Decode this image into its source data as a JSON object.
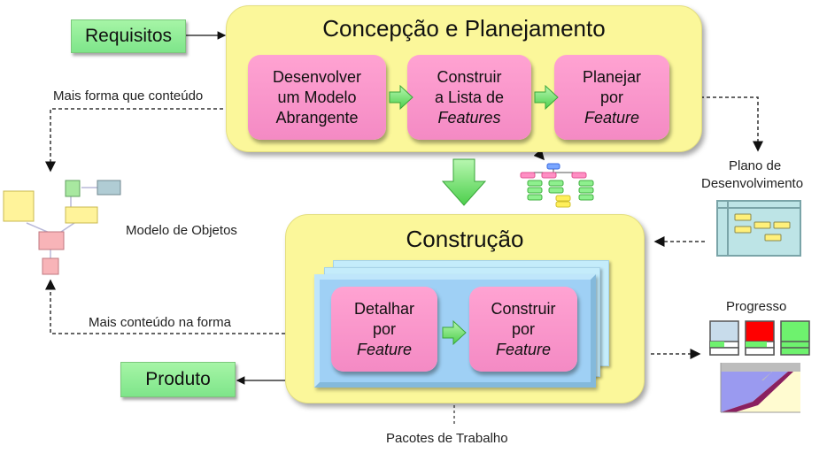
{
  "inputs": {
    "requisitos": "Requisitos"
  },
  "outputs": {
    "produto": "Produto"
  },
  "phase1": {
    "title": "Concepção e Planejamento",
    "steps": [
      {
        "line1": "Desenvolver",
        "line2": "um Modelo",
        "line3": "Abrangente"
      },
      {
        "line1": "Construir",
        "line2": "a Lista de",
        "line3": "Features"
      },
      {
        "line1": "Planejar",
        "line2": "por",
        "line3": "Feature"
      }
    ]
  },
  "phase2": {
    "title": "Construção",
    "steps": [
      {
        "line1": "Detalhar",
        "line2": "por",
        "line3": "Feature"
      },
      {
        "line1": "Construir",
        "line2": "por",
        "line3": "Feature"
      }
    ]
  },
  "annotations": {
    "mais_forma": "Mais forma que conteúdo",
    "modelo_objetos": "Modelo de Objetos",
    "mais_conteudo": "Mais conteúdo na forma",
    "plano_line1": "Plano de",
    "plano_line2": "Desenvolvimento",
    "progresso": "Progresso",
    "pacotes": "Pacotes de Trabalho"
  },
  "colors": {
    "panel": "#fbf79a",
    "step": "#f89ccb",
    "io_box": "#8eeb94",
    "work_package": "#9fd0f5",
    "arrow": "#6ee36e"
  }
}
